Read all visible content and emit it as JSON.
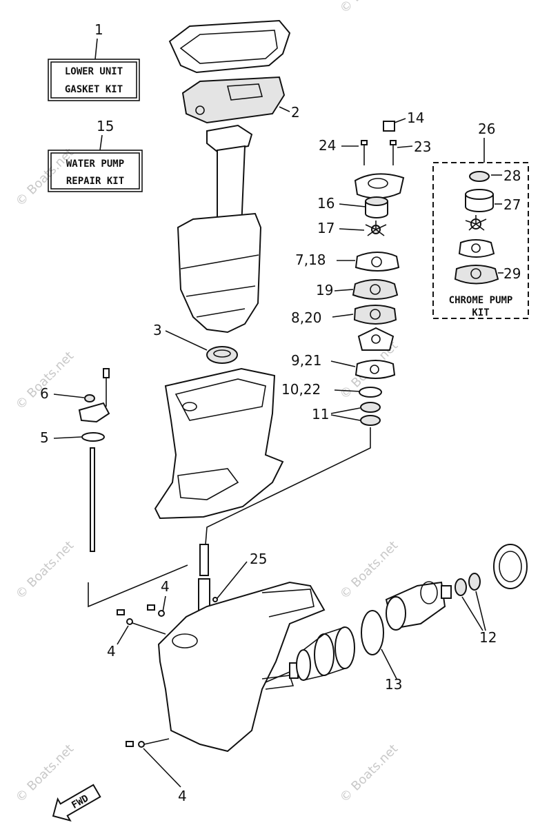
{
  "kits": {
    "lower_unit": {
      "number": "1",
      "line1": "LOWER UNIT",
      "line2": "GASKET KIT"
    },
    "water_pump": {
      "number": "15",
      "line1": "WATER PUMP",
      "line2": "REPAIR KIT"
    },
    "chrome_pump": {
      "number": "26",
      "line1": "CHROME PUMP",
      "line2": "KIT"
    }
  },
  "callouts": {
    "c2": "2",
    "c3": "3",
    "c4a": "4",
    "c4b": "4",
    "c4c": "4",
    "c5": "5",
    "c6": "6",
    "c7_18": "7,18",
    "c8_20": "8,20",
    "c9_21": "9,21",
    "c10_22": "10,22",
    "c11": "11",
    "c12": "12",
    "c13": "13",
    "c14": "14",
    "c16": "16",
    "c17": "17",
    "c19": "19",
    "c23": "23",
    "c24": "24",
    "c25": "25",
    "c27": "27",
    "c28": "28",
    "c29": "29"
  },
  "direction_label": "FWD",
  "watermark": "© Boats.net"
}
